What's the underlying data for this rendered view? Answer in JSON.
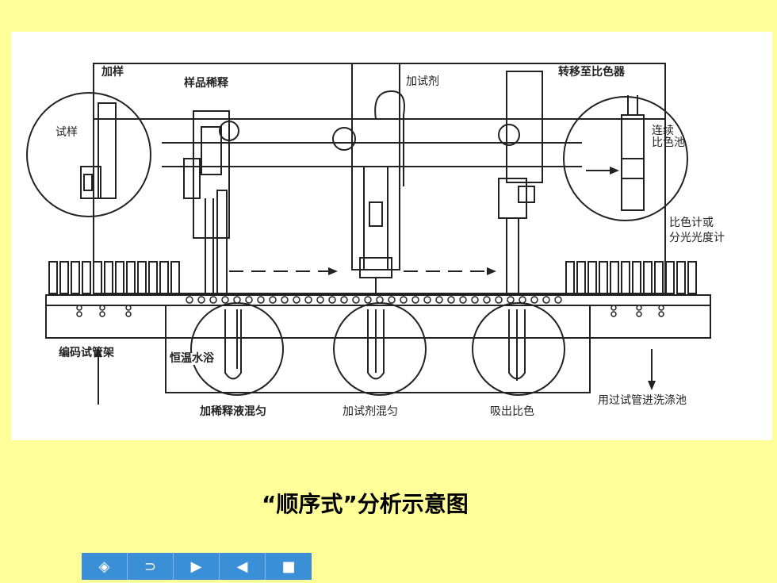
{
  "diagram": {
    "labels": {
      "add_sample": "加样",
      "sample_dilution": "样品稀释",
      "add_reagent": "加试剂",
      "transfer": "转移至比色器",
      "test_sample": "试样",
      "flow_cell": "连续\n比色池",
      "colorimeter": "比色计或\n分光光度计",
      "rack": "编码试管架",
      "water_bath": "恒温水浴",
      "mix_diluent": "加稀释液混匀",
      "mix_reagent": "加试剂混匀",
      "aspirate": "吸出比色",
      "used_tubes": "用过试管进洗涤池"
    }
  },
  "caption": "“顺序式”分析示意图",
  "nav": {
    "first": "◈",
    "back": "⊃",
    "next": "▶",
    "prev": "◀",
    "stop": "■"
  }
}
